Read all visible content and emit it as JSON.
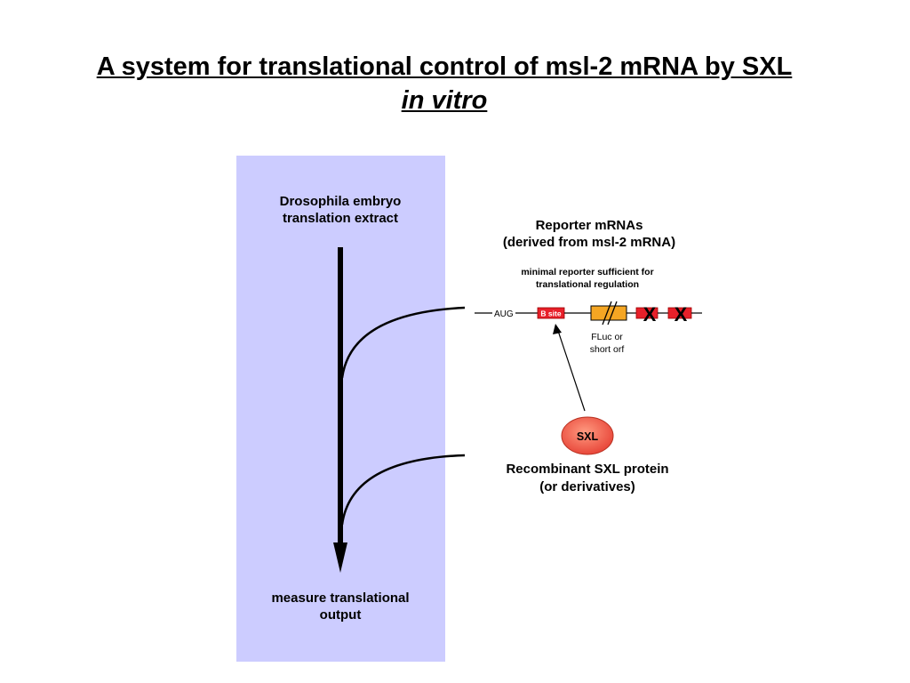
{
  "title": {
    "line1": "A system for translational control of msl-2 mRNA by SXL",
    "line2": "in vitro"
  },
  "extract": {
    "line1": "Drosophila embryo",
    "line2": "translation extract"
  },
  "output": {
    "line1": "measure translational",
    "line2": "output"
  },
  "reporter": {
    "heading1": "Reporter mRNAs",
    "heading2": "(derived from msl-2 mRNA)",
    "minimal1": "minimal reporter sufficient for",
    "minimal2": "translational regulation",
    "aug": "AUG",
    "bsite": "B site",
    "fluc1": "FLuc or",
    "fluc2": "short orf",
    "x_mark": "X"
  },
  "sxl": {
    "label": "SXL",
    "protein1": "Recombinant SXL protein",
    "protein2": "(or derivatives)"
  },
  "colors": {
    "panel": "#ccccff",
    "site_red": "#e8202a",
    "orf_orange": "#f5a623",
    "sxl_fill": "#f26b4f"
  }
}
